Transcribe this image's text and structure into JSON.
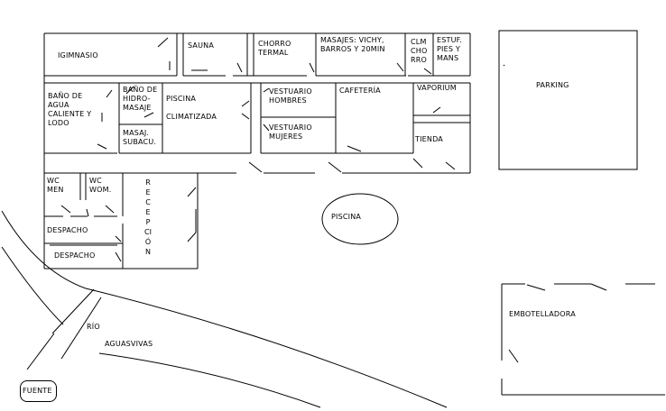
{
  "rooms": {
    "gimnasio": "IGIMNASIO",
    "sauna": "SAUNA",
    "chorro": "CHORRO\nTERMAL",
    "masajes": "MASAJES: VICHY,\nBARROS Y 20MIN",
    "clm": "CLM\nCHO\nRRO",
    "estuf": "ESTUF.\nPIES Y\nMANS",
    "parking": "PARKING",
    "bano_agua": "BAÑO DE\nAGUA\nCALIENTE Y\nLODO",
    "bano_hidro": "BAÑO DE\nHIDRO-\nMASAJE",
    "piscina_clim": "PISCINA\n\nCLIMATIZADA",
    "masaj_subacu": "MASAJ.\nSUBACU.",
    "vestuario_h": "VESTUARIO\nHOMBRES",
    "vestuario_m": "VESTUARIO\nMUJERES",
    "cafeteria": "CAFETERÍA",
    "vaporium": "VAPORIUM",
    "tienda": "TIENDA",
    "wc_men": "WC\nMEN",
    "wc_wom": "WC\nWOM.",
    "recepcion": "RECEPCIÓN",
    "despacho1": "DESPACHO",
    "despacho2": "DESPACHO",
    "piscina": "PISCINA",
    "rio": "RÍO",
    "aguasvivas": "AGUASVIVAS",
    "embotelladora": "EMBOTELLADORA",
    "fuente": "FUENTE"
  }
}
